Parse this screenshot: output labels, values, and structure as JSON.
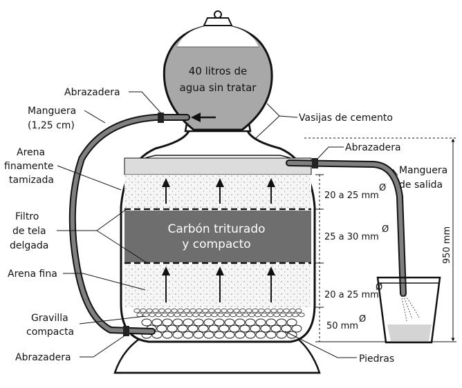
{
  "labels": {
    "abrazadera_top": "Abrazadera",
    "manguera_line1": "Manguera",
    "manguera_line2": "(1,25 cm)",
    "arena_fin_tam_1": "Arena",
    "arena_fin_tam_2": "finamente",
    "arena_fin_tam_3": "tamizada",
    "filtro_1": "Filtro",
    "filtro_2": "de tela",
    "filtro_3": "delgada",
    "arena_fina": "Arena fina",
    "gravilla_1": "Gravilla",
    "gravilla_2": "compacta",
    "abrazadera_bottom": "Abrazadera",
    "jar_line1": "40 litros de",
    "jar_line2": "agua sin tratar",
    "vasijas": "Vasijas de cemento",
    "abrazadera_right": "Abrazadera",
    "manguera_salida_1": "Manguera",
    "manguera_salida_2": "de salida",
    "carbon_1": "Carbón triturado",
    "carbon_2": "y compacto",
    "dim_1": "20 a 25 mm",
    "dim_2": "25 a 30 mm",
    "dim_3": "20 a 25 mm",
    "dim_4": "50 mm",
    "dim_total": "950 mm",
    "diameter_symbol": "Ø",
    "piedras": "Piedras"
  },
  "colors": {
    "carbon": "#6e6e6e",
    "water": "#a8a8a8",
    "sand": "#f3f3f3",
    "top_water": "#dcdcdc",
    "hose": "#808080"
  }
}
